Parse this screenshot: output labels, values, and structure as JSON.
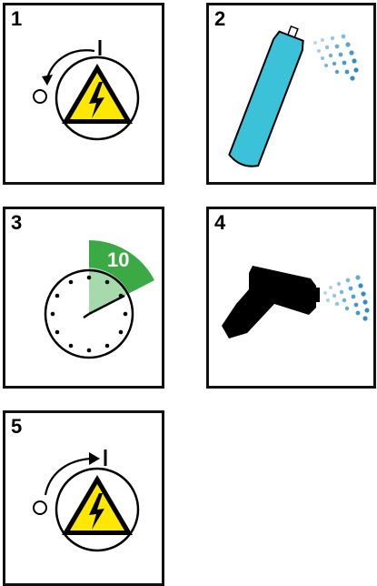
{
  "steps": [
    {
      "number": "1",
      "illustration": "power-switch-off-icon"
    },
    {
      "number": "2",
      "illustration": "spray-can-icon"
    },
    {
      "number": "3",
      "illustration": "timer-clock-icon",
      "wait_label": "10"
    },
    {
      "number": "4",
      "illustration": "air-blow-gun-icon"
    },
    {
      "number": "5",
      "illustration": "power-switch-on-icon"
    }
  ],
  "colors": {
    "warning_yellow": "#FFE800",
    "can_cyan": "#3CC2D8",
    "spray_blue": "#2E8FC7",
    "timer_green": "#3BAA45",
    "gun_black": "#000000"
  }
}
